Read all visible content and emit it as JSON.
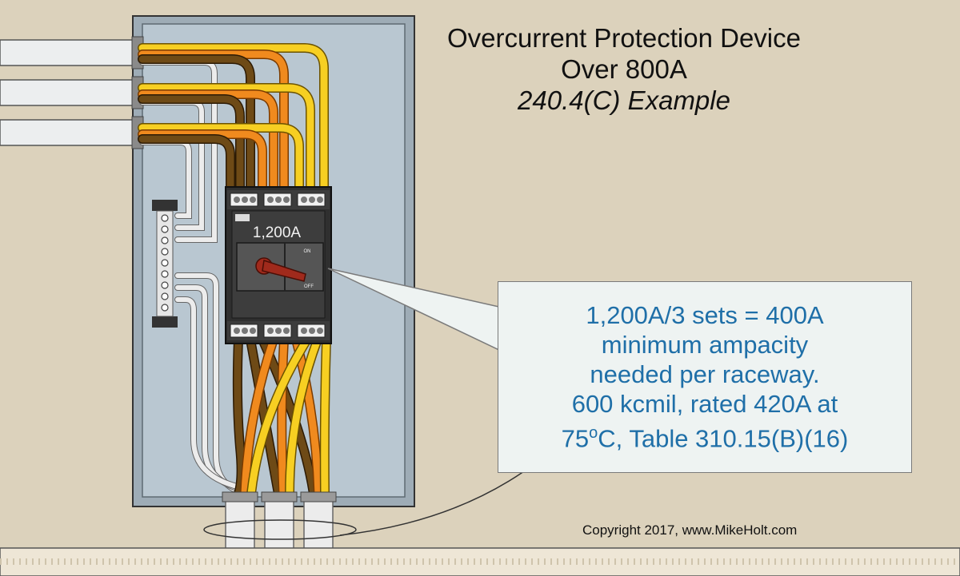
{
  "title": {
    "line1": "Overcurrent Protection Device",
    "line2": "Over 800A",
    "line3": "240.4(C) Example"
  },
  "breaker": {
    "rating": "1,200A",
    "on_label": "ON",
    "off_label": "OFF"
  },
  "callout": {
    "line1": "1,200A/3 sets = 400A",
    "line2": "minimum ampacity",
    "line3": "needed per raceway.",
    "line4": "600 kcmil, rated 420A at",
    "line5_pre": "75",
    "line5_sup": "o",
    "line5_post": "C, Table 310.15(B)(16)"
  },
  "copyright": "Copyright 2017, www.MikeHolt.com",
  "colors": {
    "background": "#dcd2bc",
    "enclosure": "#aab9c4",
    "wire_brown": "#6e4a16",
    "wire_orange": "#f08a1e",
    "wire_yellow": "#f7cf22",
    "wire_white": "#ececec",
    "breaker_body": "#3b3b3b",
    "handle": "#a02a1c",
    "callout_text": "#1f6fa8"
  }
}
